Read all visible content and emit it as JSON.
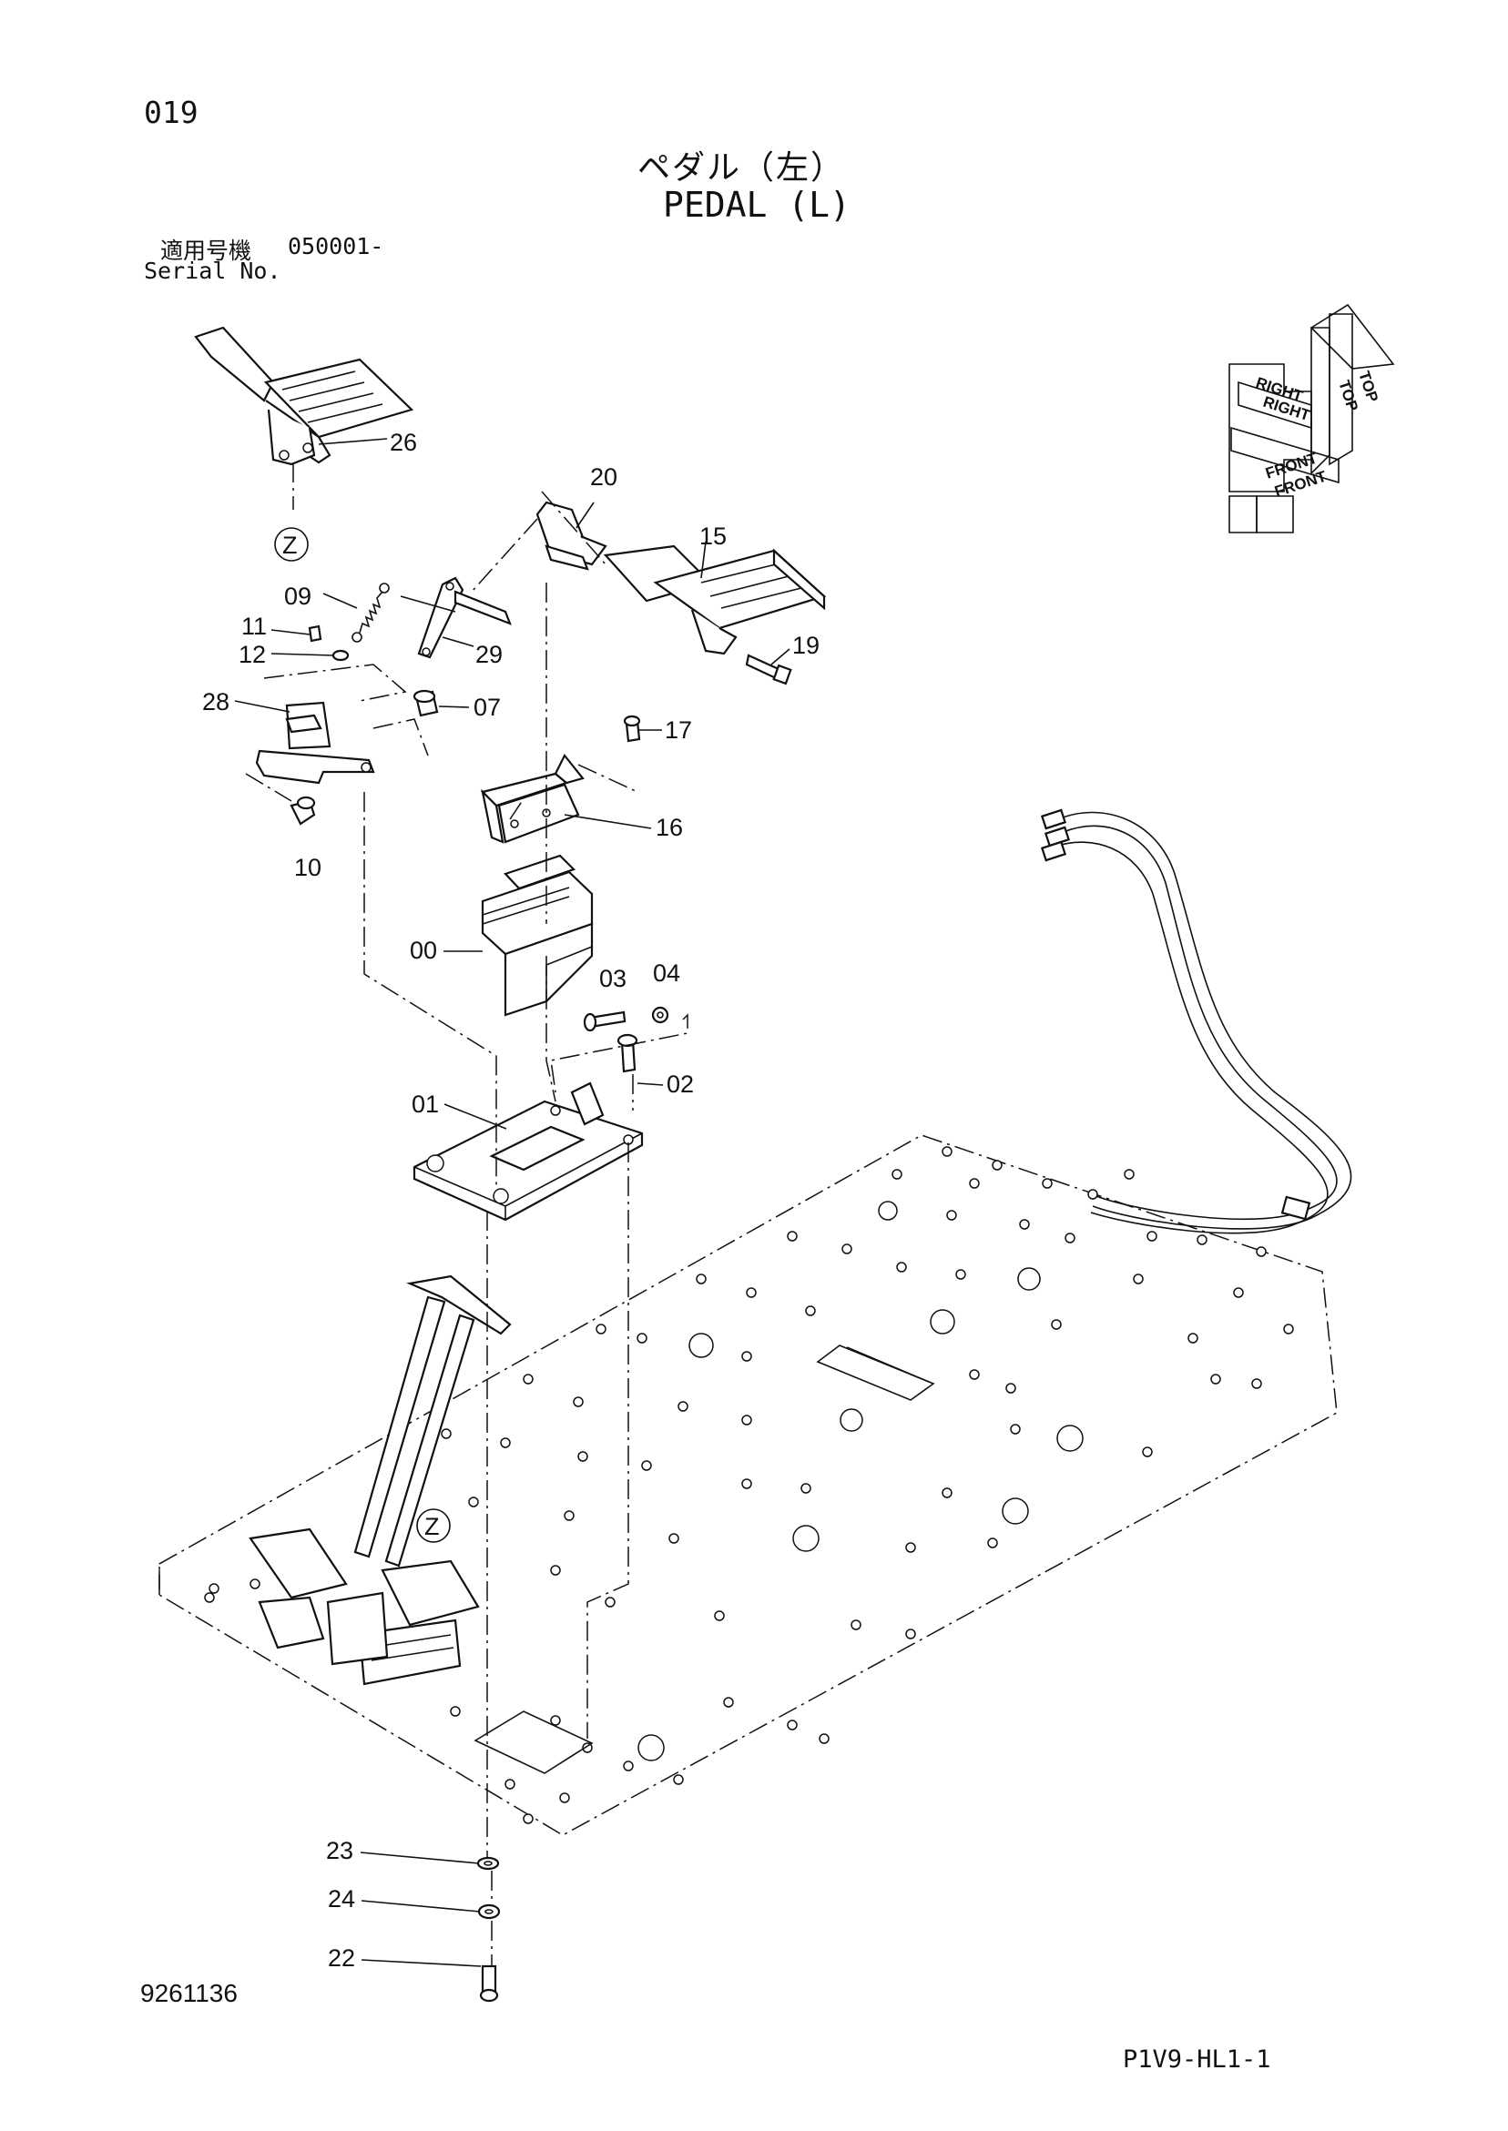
{
  "header": {
    "page_no": "019",
    "title_jp": "ペダル（左）",
    "title_en": "PEDAL (L)",
    "serial_label_jp": "適用号機",
    "serial_number": "050001-",
    "serial_label_en": "Serial No."
  },
  "footer": {
    "doc_number": "9261136",
    "page_code": "P1V9-HL1-1"
  },
  "view_marker": "Z",
  "compass": {
    "top": "TOP",
    "right": "RIGHT",
    "front": "FRONT"
  },
  "part_labels": [
    "26",
    "20",
    "15",
    "09",
    "11",
    "12",
    "29",
    "19",
    "28",
    "07",
    "17",
    "10",
    "16",
    "00",
    "03",
    "04",
    "01",
    "02",
    "23",
    "24",
    "22"
  ]
}
